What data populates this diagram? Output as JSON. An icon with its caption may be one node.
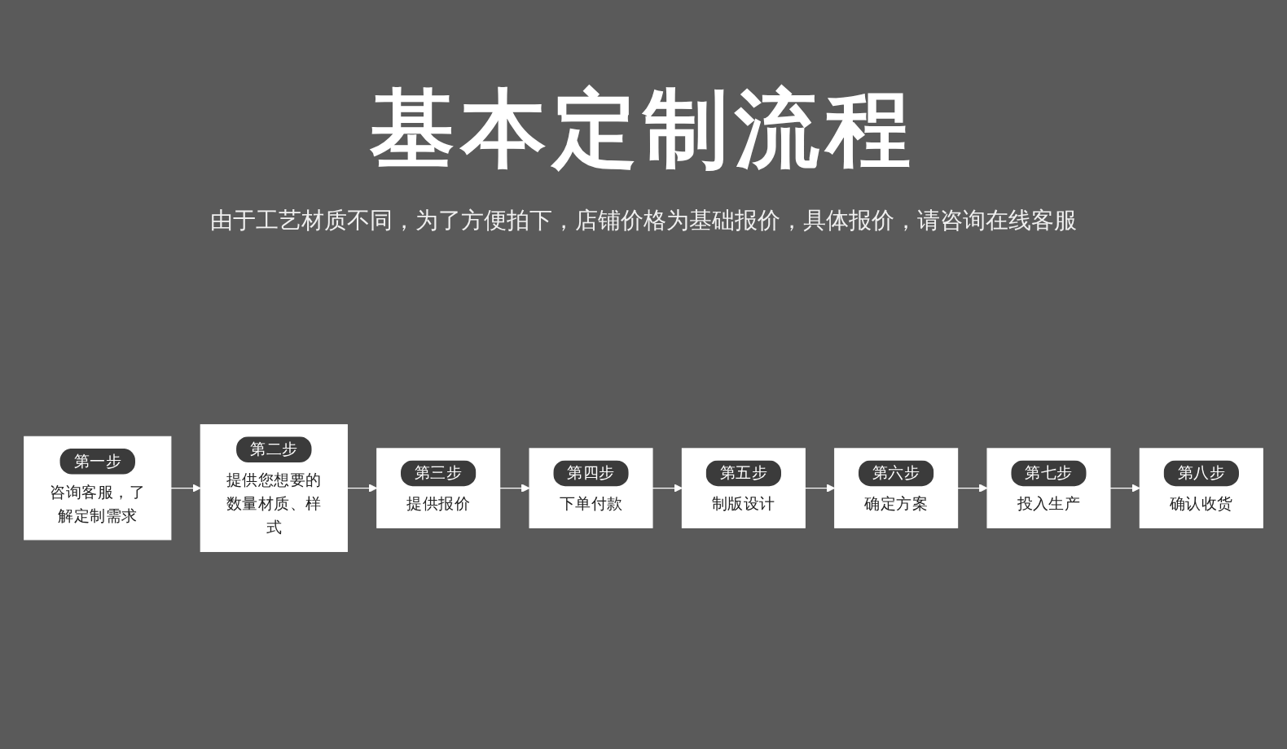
{
  "diagram": {
    "title": "基本定制流程",
    "nodes": [
      {
        "text": [
          "第一步",
          "咨询客服，了解定制需求"
        ]
      },
      {
        "text": [
          "第二步",
          "提供您想要的数量材质、样式"
        ]
      },
      {
        "text": [
          "第三步",
          "提供报价"
        ]
      },
      {
        "text": [
          "第四步",
          "下单付款"
        ]
      },
      {
        "text": [
          "第五步",
          "制版设计"
        ]
      },
      {
        "text": [
          "第六步",
          "确定方案"
        ]
      },
      {
        "text": [
          "第七步",
          "投入生产"
        ]
      },
      {
        "text": [
          "第八步",
          "确认收货"
        ]
      }
    ],
    "edges": [
      {
        "from": 0,
        "to": 1,
        "arrow": "to"
      },
      {
        "from": 1,
        "to": 2,
        "arrow": "to"
      },
      {
        "from": 2,
        "to": 3,
        "arrow": "to"
      },
      {
        "from": 3,
        "to": 4,
        "arrow": "to"
      },
      {
        "from": 4,
        "to": 5,
        "arrow": "to"
      },
      {
        "from": 5,
        "to": 6,
        "arrow": "to"
      },
      {
        "from": 6,
        "to": 7,
        "arrow": "to"
      }
    ],
    "labels": [
      "由于工艺材质不同，为了方便拍下，店铺价格为基础报价，具体报价，请咨询在线客服"
    ]
  }
}
